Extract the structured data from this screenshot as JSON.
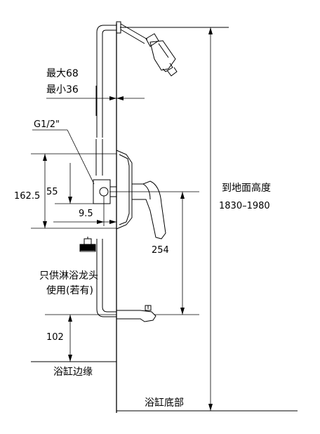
{
  "labels": {
    "max": "最大68",
    "min": "最小36",
    "thread": "G1/2\"",
    "dim_162": "162.5",
    "dim_55": "55",
    "dim_9": "9.5",
    "dim_254": "254",
    "floor_height": "到地面高度",
    "floor_range": "1830–1980",
    "note_line1": "只供淋浴龙头",
    "note_line2": "使用(若有)",
    "dim_102": "102",
    "tub_edge": "浴缸边缘",
    "tub_bottom": "浴缸底部"
  }
}
